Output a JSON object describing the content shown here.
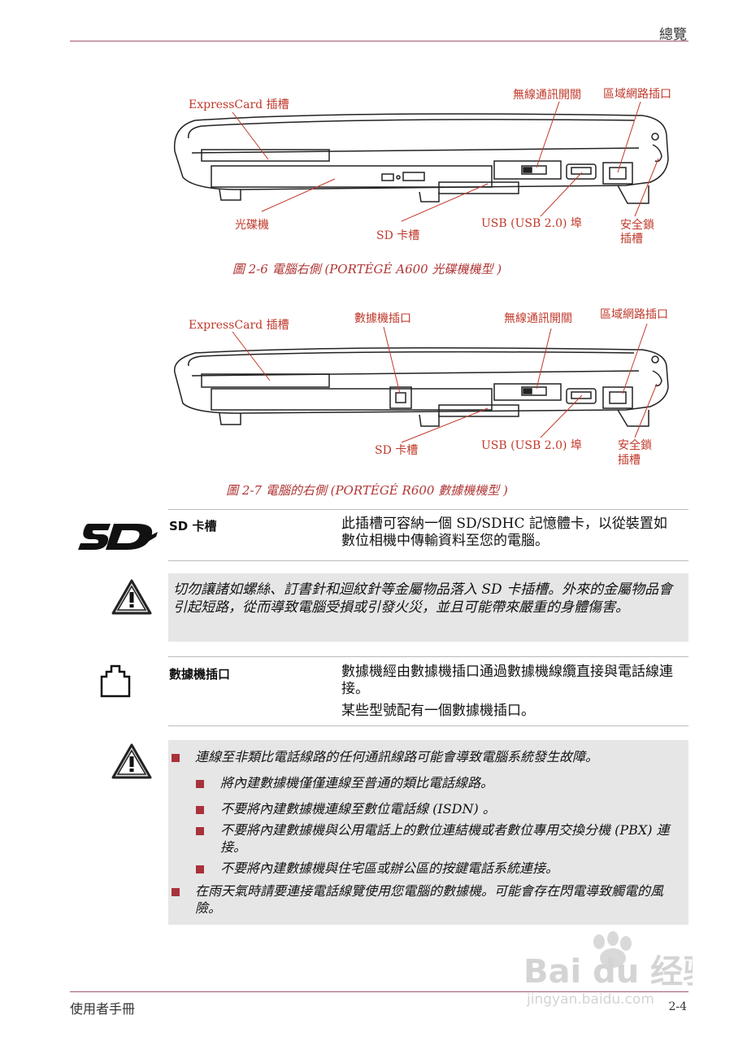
{
  "header": {
    "section": "總覽"
  },
  "figure1": {
    "labels": {
      "expresscard": "ExpressCard 插槽",
      "wireless": "無線通訊開關",
      "lan": "區域網路插口",
      "optical": "光碟機",
      "sdcard": "SD 卡槽",
      "usb": "USB (USB 2.0) 埠",
      "lock1": "安全鎖",
      "lock2": "插槽"
    },
    "caption": "圖 2-6 電腦右側 (PORTÉGÉ A600 光碟機機型 )"
  },
  "figure2": {
    "labels": {
      "expresscard": "ExpressCard 插槽",
      "modem": "數據機插口",
      "wireless": "無線通訊開關",
      "lan": "區域網路插口",
      "sdcard": "SD 卡槽",
      "usb": "USB (USB 2.0) 埠",
      "lock1": "安全鎖",
      "lock2": "插槽"
    },
    "caption": "圖 2-7 電腦的右側 (PORTÉGÉ R600 數據機機型 )"
  },
  "sd_row": {
    "term": "SD 卡槽",
    "description": "此插槽可容納一個 SD/SDHC 記憶體卡，以從裝置如數位相機中傳輸資料至您的電腦。"
  },
  "warning1": {
    "text": "切勿讓諸如螺絲、訂書針和迴紋針等金屬物品落入 SD 卡插槽。外來的金屬物品會引起短路，從而導致電腦受損或引發火災，並且可能帶來嚴重的身體傷害。"
  },
  "modem_row": {
    "term": "數據機插口",
    "description": "數據機經由數據機插口通過數據機線纜直接與電話線連接。",
    "note": "某些型號配有一個數據機插口。"
  },
  "warning2": {
    "bullets": [
      {
        "level": 1,
        "text": "連線至非類比電話線路的任何通訊線路可能會導致電腦系統發生故障。"
      },
      {
        "level": 2,
        "text": "將內建數據機僅僅連線至普通的類比電話線路。"
      },
      {
        "level": 2,
        "text": "不要將內建數據機連線至數位電話線 (ISDN) 。"
      },
      {
        "level": 2,
        "text": "不要將內建數據機與公用電話上的數位連結機或者數位專用交換分機 (PBX) 連接。"
      },
      {
        "level": 2,
        "text": "不要將內建數據機與住宅區或辦公區的按鍵電話系統連接。"
      },
      {
        "level": 1,
        "text": "在雨天氣時請要連接電話線覽使用您電腦的數據機。可能會存在閃電導致觸電的風險。"
      }
    ]
  },
  "footer": {
    "left": "使用者手冊",
    "page": "2-4"
  },
  "watermark": {
    "brand": "Bai du 经验",
    "url": "jingyan.baidu.com"
  },
  "colors": {
    "accent": "#c0392b",
    "rule": "#a35a6c",
    "warning_bg": "#e6e6e6",
    "bullet": "#a8323a"
  }
}
